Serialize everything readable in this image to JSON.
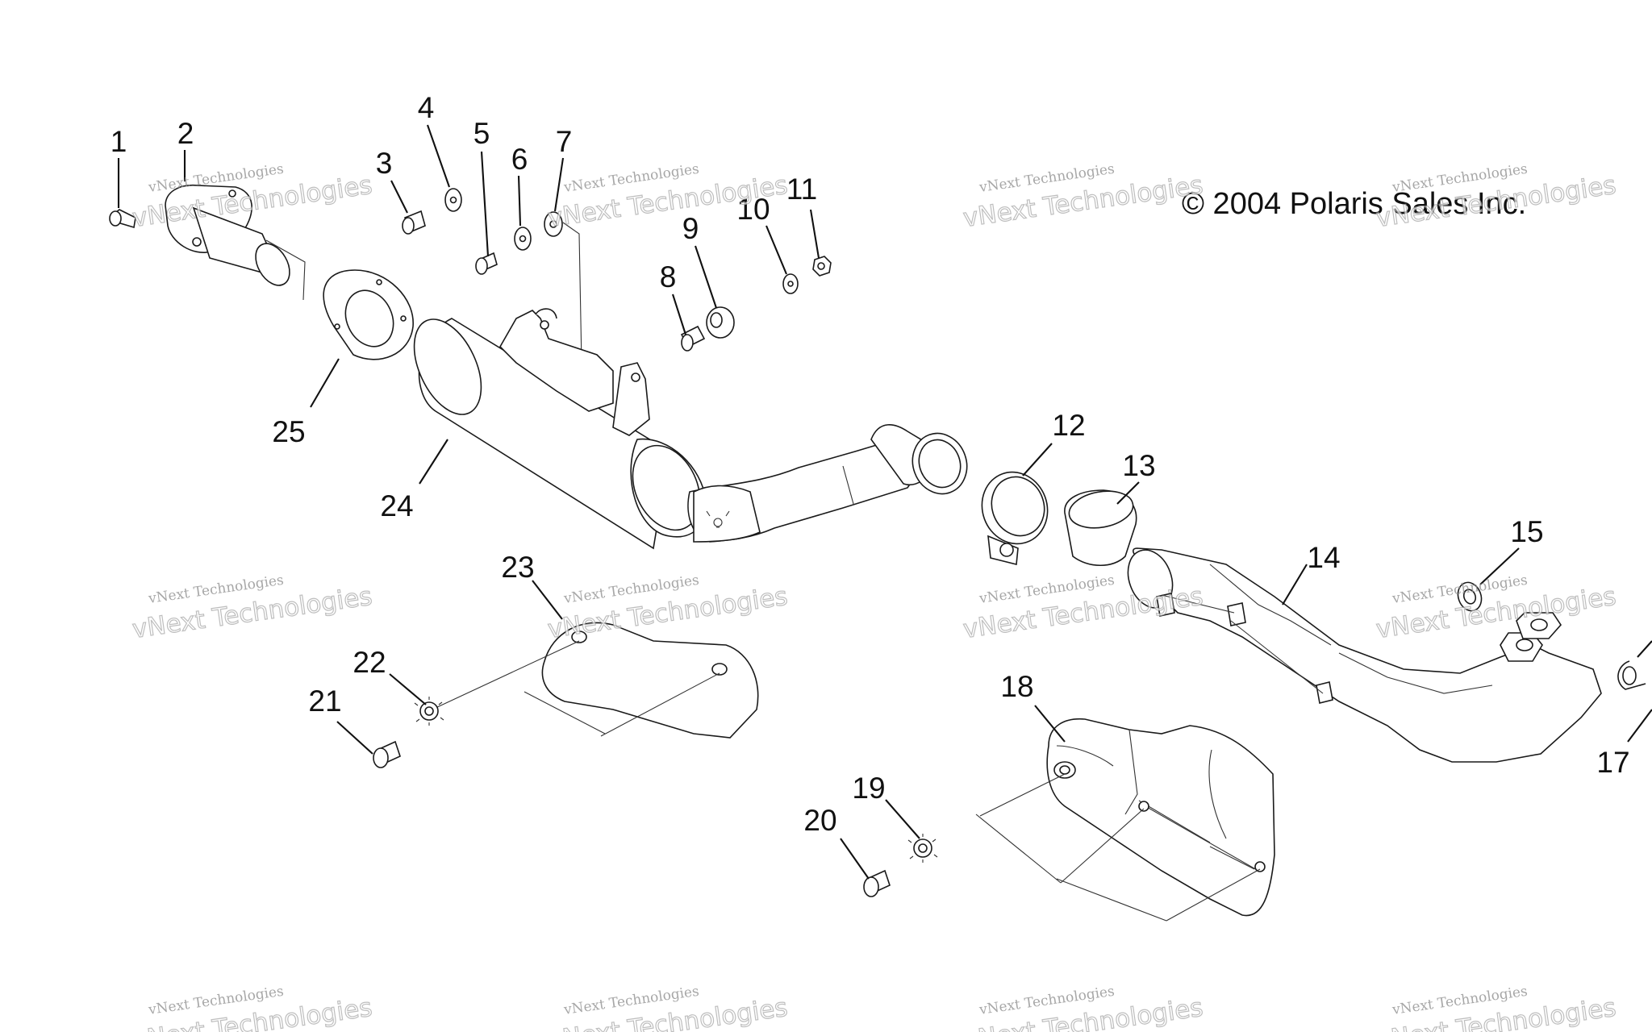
{
  "copyright": "© 2004 Polaris Sales Inc.",
  "watermark": {
    "line1": "vNext Technologies",
    "line2": "vNext Technologies"
  },
  "callouts": {
    "c1": "1",
    "c2": "2",
    "c3": "3",
    "c4": "4",
    "c5": "5",
    "c6": "6",
    "c7": "7",
    "c8": "8",
    "c9": "9",
    "c10": "10",
    "c11": "11",
    "c12": "12",
    "c13": "13",
    "c14": "14",
    "c15": "15",
    "c17": "17",
    "c18": "18",
    "c19": "19",
    "c20": "20",
    "c21": "21",
    "c22": "22",
    "c23": "23",
    "c24": "24",
    "c25": "25"
  }
}
